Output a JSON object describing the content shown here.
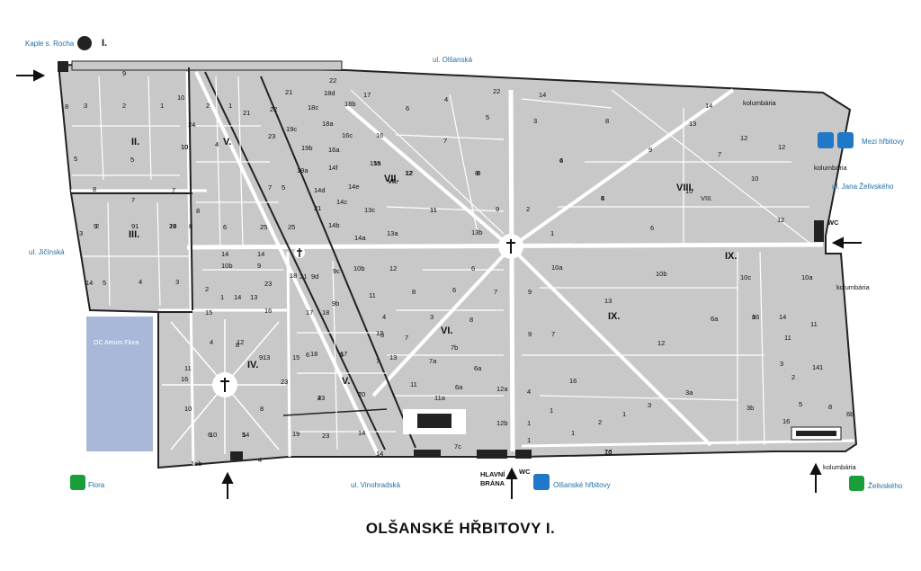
{
  "title": "OLŠANSKÉ HŘBITOVY I.",
  "colors": {
    "plot": "#c8c8c8",
    "outline": "#222222",
    "path": "#ffffff",
    "street": "#1f6ea5",
    "mall": "#a9b8d8",
    "metro": "#1a9e3a",
    "tram": "#1f78c8"
  },
  "labels": {
    "kaple": "Kaple s. Rocha",
    "kaple_num": "I.",
    "ul_olsanska": "ul. Olšanská",
    "ul_jicinska": "ul. Jičínská",
    "ul_vinohradska": "ul. Vinohradská",
    "ul_jana_zelivskeho": "ul. Jana Želivského",
    "mezi_hrbitovy": "Mezi hřbitovy",
    "olsanske_hrbitovy": "Olšanské hřbitovy",
    "flora": "Flora",
    "zelivskeho": "Želivského",
    "oc_atrium": "OC Atrium Flora",
    "kolumbaria_1": "kolumbária",
    "kolumbaria_2": "kolumbária",
    "kolumbaria_3": "kolumbária",
    "kolumbaria_4": "kolumbária",
    "hlavni_brana_1": "HLAVNÍ",
    "hlavni_brana_2": "BRÁNA",
    "wc_right": "WC",
    "wc_gate": "WC"
  },
  "sections": [
    "I.",
    "II.",
    "III.",
    "IV.",
    "V.",
    "V.",
    "VI.",
    "VII.",
    "VIII.",
    "IX.",
    "IX."
  ],
  "plot_numbers": [
    "9",
    "22",
    "22",
    "14",
    "14",
    "10",
    "4",
    "2",
    "1",
    "21",
    "18d",
    "17",
    "8",
    "3",
    "2",
    "1",
    "10",
    "24",
    "22",
    "21",
    "18c",
    "18b",
    "6",
    "5",
    "3",
    "8",
    "13",
    "5",
    "12",
    "12",
    "23",
    "19c",
    "18a",
    "16",
    "7",
    "8",
    "4",
    "9",
    "16c",
    "15",
    "12",
    "7",
    "10",
    "4",
    "5",
    "19b",
    "16a",
    "14f",
    "15a",
    "12",
    "11",
    "8",
    "6",
    "4",
    "VII.",
    "8",
    "19a",
    "14d",
    "14e",
    "14c",
    "13c",
    "11",
    "9",
    "2",
    "1",
    "5",
    "6",
    "7",
    "5",
    "21",
    "14b",
    "14a",
    "13a",
    "13b",
    "10",
    "VIII.",
    "10",
    "12",
    "8",
    "7",
    "7",
    "9",
    "9",
    "24",
    "8",
    "3",
    "2",
    "1",
    "10",
    "8",
    "6",
    "25",
    "25",
    "14",
    "14",
    "10b",
    "9",
    "10c",
    "10a",
    "10b",
    "12",
    "11",
    "16",
    "21",
    "9d",
    "9c",
    "9b",
    "8",
    "4",
    "3",
    "6",
    "7",
    "6",
    "9",
    "10a",
    "10b",
    "6a",
    "8",
    "14",
    "14",
    "5",
    "4",
    "3",
    "2",
    "1",
    "14",
    "13",
    "23",
    "16",
    "15",
    "18",
    "17",
    "18",
    "6",
    "5",
    "4",
    "2",
    "7",
    "8",
    "9",
    "13",
    "4",
    "12",
    "11",
    "10",
    "6",
    "5",
    "8",
    "9",
    "11",
    "3",
    "7",
    "8",
    "7",
    "13",
    "12",
    "11",
    "14",
    "10",
    "14",
    "23",
    "16",
    "15",
    "18",
    "17",
    "23",
    "20",
    "19",
    "23",
    "14",
    "14",
    "1ob",
    "4",
    "3",
    "2",
    "1",
    "5",
    "8",
    "16",
    "6b",
    "7d",
    "7c",
    "7b",
    "7a",
    "6a",
    "6a",
    "12a",
    "12b",
    "11a",
    "11",
    "13",
    "12",
    "3b",
    "3a",
    "3",
    "2",
    "1",
    "1",
    "4",
    "1",
    "1",
    "1",
    "16",
    "16"
  ]
}
